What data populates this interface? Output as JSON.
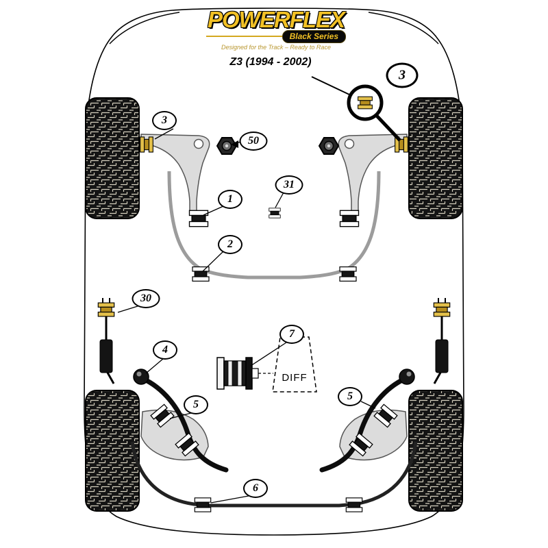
{
  "header": {
    "brand": "POWERFLEX",
    "series": "Black Series",
    "tagline": "Designed for the Track – Ready to Race",
    "model": "Z3 (1994 - 2002)"
  },
  "diagram": {
    "diff_label": "DIFF",
    "callouts": [
      {
        "label": "3"
      },
      {
        "label": "50"
      },
      {
        "label": "3"
      },
      {
        "label": "1"
      },
      {
        "label": "31"
      },
      {
        "label": "2"
      },
      {
        "label": "30"
      },
      {
        "label": "4"
      },
      {
        "label": "7"
      },
      {
        "label": "5"
      },
      {
        "label": "5"
      },
      {
        "label": "6"
      }
    ]
  },
  "colors": {
    "brand_gold": "#F2C125",
    "bushing_gold": "#E3C04A",
    "bar_grey": "#9C9C9C",
    "line_black": "#000000"
  }
}
